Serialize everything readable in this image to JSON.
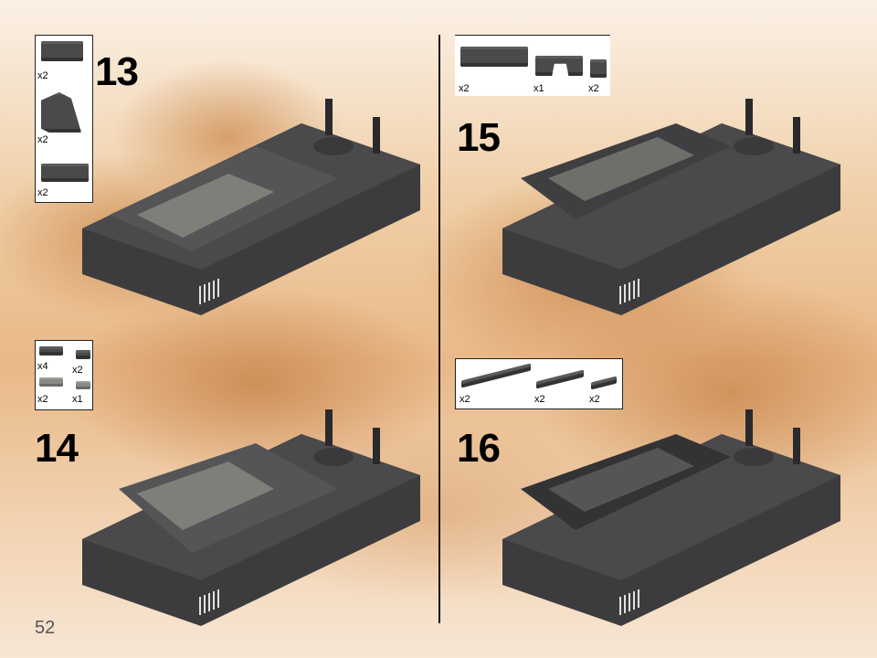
{
  "page": {
    "number": "52"
  },
  "steps": [
    {
      "number": "13",
      "parts": [
        {
          "name": "1x3 brick dark grey",
          "qty": "x2"
        },
        {
          "name": "2x2 slope dark grey",
          "qty": "x2"
        },
        {
          "name": "1x4 brick dark grey",
          "qty": "x2"
        }
      ]
    },
    {
      "number": "14",
      "parts": [
        {
          "name": "1x2 jumper plate dark grey",
          "qty": "x4"
        },
        {
          "name": "1x1 plate dark grey",
          "qty": "x2"
        },
        {
          "name": "1x2 jumper plate light grey",
          "qty": "x2"
        },
        {
          "name": "1x1 plate light grey",
          "qty": "x1"
        }
      ]
    },
    {
      "number": "15",
      "parts": [
        {
          "name": "1x6 brick dark grey",
          "qty": "x2"
        },
        {
          "name": "1x4 arch dark grey",
          "qty": "x1"
        },
        {
          "name": "1x1 brick dark grey",
          "qty": "x2"
        }
      ]
    },
    {
      "number": "16",
      "parts": [
        {
          "name": "1x6 tile dark grey",
          "qty": "x2"
        },
        {
          "name": "1x4 tile dark grey",
          "qty": "x2"
        },
        {
          "name": "1x2 tile dark grey",
          "qty": "x2"
        }
      ]
    }
  ],
  "colors": {
    "dark_grey": "#4a4a4c",
    "light_grey": "#8a8a85",
    "sepia": "#e9b888"
  }
}
